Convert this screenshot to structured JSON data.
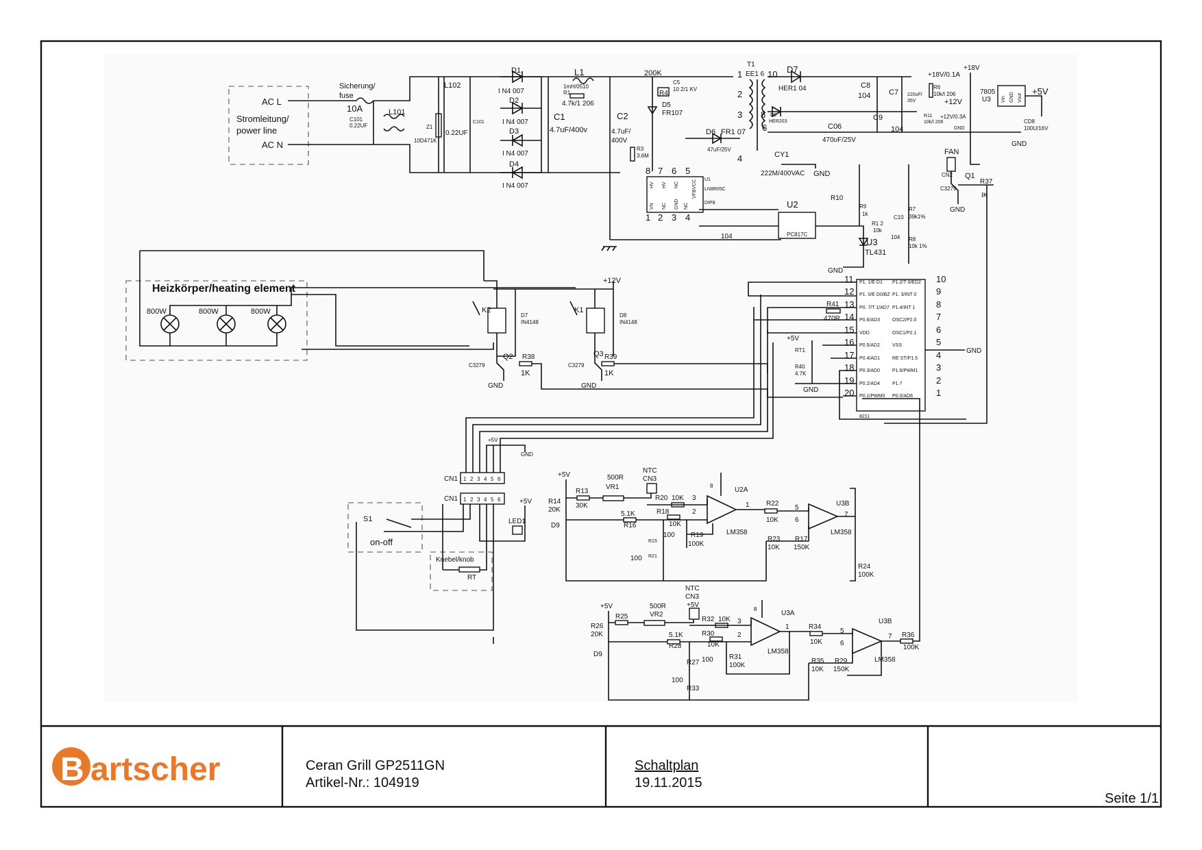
{
  "power_input": {
    "ac_l": "AC L",
    "ac_n": "AC N",
    "power_line": [
      "Stromleitung/",
      "power line"
    ],
    "fuse_label": [
      "Sicherung/",
      "fuse"
    ],
    "fuse_rating": "10A"
  },
  "input_stage": {
    "c101": "C101",
    "c101_val": "0.22UF",
    "l101": "L101",
    "z1": "Z1",
    "z1_val": "10D471K",
    "l102": "L102",
    "cap_022": "0.22UF",
    "c101b": "C101"
  },
  "rectifier": {
    "d1": "D1",
    "d2": "D2",
    "d3": "D3",
    "d4": "D4",
    "d_val": "I N4 007",
    "l1": "L1",
    "l1_val": "1mH/0510",
    "r1": "R1",
    "r1_val": "4.7k/1 206",
    "c1": "C1",
    "c1_val": "4.7uF/400v",
    "c2": "C2",
    "c2_val": [
      "4.7uF/",
      "400V"
    ]
  },
  "smps": {
    "r200k": "200K",
    "c5": "C5",
    "c5_val": "10 2/1 KV",
    "r4": "R4",
    "d5": "D5",
    "d5_val": "FR107",
    "r3": "R3",
    "r3_val": "3.6M",
    "u1": "U1",
    "u1_part": "LN8R05C",
    "u1_pkg": "DIP8",
    "u1_top_pins": [
      "8",
      "7",
      "6",
      "5"
    ],
    "u1_top_names": [
      "HV",
      "HV",
      "NC",
      "VFBVCC"
    ],
    "u1_bottom_pins": [
      "1",
      "2",
      "3",
      "4"
    ],
    "u1_bottom_names": [
      "VN",
      "NC",
      "GND",
      "NC"
    ],
    "t1": "T1",
    "t1_type": "EE1 6",
    "t1_pins": [
      "1",
      "2",
      "3",
      "4",
      "10",
      "8",
      "6"
    ],
    "d6": "D6",
    "d6_val": "FR1 07",
    "c3_val": "47uF/25V",
    "cy1": "CY1",
    "cy1_val": "222M/400VAC",
    "gnd": "GND",
    "d7": "D7",
    "d7_val": "HER1 04",
    "d8": "D8",
    "d8_val": "HER203",
    "c8": "C8",
    "c8_val": "104",
    "c7": "C7",
    "c7_val": [
      "220uF/",
      "35V"
    ],
    "r6": "R6",
    "r6_val": "10k/l 206",
    "rail_18": "+18V/0.1A",
    "plus18": "+18V",
    "plus12": "+12V",
    "rail_12": "+12V/0.3A",
    "r11": "R11",
    "r11_val": "10k/l 206",
    "c06": "C06",
    "c06_val": "470uF/25V",
    "c9": "C9",
    "c9_val": "104",
    "reg": "7805",
    "reg_ref": "U3",
    "reg_pins": [
      "Vin",
      "GND",
      "Vout"
    ],
    "plus5": "+5V",
    "c8b": "CD8",
    "c8b_val": "100U/16V"
  },
  "feedback": {
    "u2": "U2",
    "u2_part": "PC817C",
    "c104": "104",
    "r10": "R10",
    "r9": "R9",
    "r9_val": "1k",
    "r12": "R1 2",
    "r12_val": "10k",
    "c10": "C10",
    "c10_val": "104",
    "r7": "R7",
    "r7_val": "39k1%",
    "r8": "R8",
    "r8_val": "10k 1%",
    "u3": "U3",
    "u3_part": "TL431",
    "gnd": "GND"
  },
  "fan": {
    "fan": "FAN",
    "cn2": "CN2",
    "q1": "Q1",
    "q1_part": "C3279",
    "r37": "R37",
    "r37_val": "IK"
  },
  "heater": {
    "title": "Heizkörper/heating element",
    "lamps": [
      "800W",
      "800W",
      "800W"
    ]
  },
  "relays": {
    "plus12": "+12V",
    "k2": "K2",
    "k1": "K1",
    "d7": "D7",
    "d7_val": "IN4148",
    "d8": "D8",
    "d8_val": "IN4148",
    "q2": "Q2",
    "q3": "Q3",
    "q_part": "C3279",
    "r38": "R38",
    "r39": "R39",
    "r_val": "1K",
    "gnd": "GND"
  },
  "mcu": {
    "part": "8211",
    "left_pins": [
      "11",
      "12",
      "13",
      "14",
      "15",
      "16",
      "17",
      "18",
      "19",
      "20"
    ],
    "left_names": [
      "P1. 1/E D1",
      "P1. 0/E D0/BZ",
      "P0. 7/T 1/AD7",
      "P0.6/AD3",
      "VDD",
      "P0.5/AD2",
      "P0.4/AD1",
      "P0.3/AD0",
      "P0.2/AD4",
      "P0.1/PWM0"
    ],
    "right_pins": [
      "10",
      "9",
      "8",
      "7",
      "6",
      "5",
      "4",
      "3",
      "2",
      "1"
    ],
    "right_names": [
      "P1.2/T 0/ED2",
      "P1. 3/INT 0",
      "P1.4/INT 1",
      "OSC2/P2.0",
      "OSC1/P2.1",
      "VSS",
      "RE ST/P1.5",
      "P1.6/PWM1",
      "P1.7",
      "P0.0/AD6"
    ],
    "r41": "R41",
    "r41_val": "470R",
    "plus5": "+5V",
    "rt1": "RT1",
    "r40": "R40",
    "r40_val": "4.7K",
    "gnd": "GND"
  },
  "connectors": {
    "cn1": "CN1",
    "pins": [
      "1",
      "2",
      "3",
      "4",
      "5",
      "6"
    ],
    "plus5": "+5V",
    "gnd": "GND",
    "s1": "S1",
    "on_off": "on-off",
    "led1": "LED1",
    "knob": "Knebel/knob",
    "rt": "RT"
  },
  "amp1": {
    "plus5": "+5V",
    "r13": "R13",
    "r13_val": "30K",
    "vr1": "VR1",
    "vr1_val": "500R",
    "ntc": "NTC",
    "cn3": "CN3",
    "r14": "R14",
    "r14_val": "20K",
    "d9": "D9",
    "r20": "R20",
    "r20_val": "10K",
    "r18": "R18",
    "r18_val": "10K",
    "r16": "R16",
    "r16_val": "5.1K",
    "r15": "R15",
    "r15_val": "100",
    "r21": "R21",
    "r21_val": "100",
    "r19": "R19",
    "r19_val": "100K",
    "u2a": "U2A",
    "lm358": "LM358",
    "pin8": "8",
    "pin_plus": "3",
    "pin_minus": "2",
    "pin_out": "1",
    "r22": "R22",
    "r22_val": "10K",
    "r23": "R23",
    "r23_val": "10K",
    "r17": "R17",
    "r17_val": "150K",
    "u3b": "U3B",
    "u3b_pins": [
      "5",
      "6",
      "7"
    ],
    "r24": "R24",
    "r24_val": "100K"
  },
  "amp2": {
    "plus5": "+5V",
    "r25": "R25",
    "vr2": "VR2",
    "vr2_val": "500R",
    "ntc": "NTC",
    "cn3": "CN3",
    "plus5b": "+5V",
    "r26": "R26",
    "r26_val": "20K",
    "d9": "D9",
    "r32": "R32",
    "r32_val": "10K",
    "r30": "R30",
    "r30_val": "10K",
    "r28": "R28",
    "r28_val": "5.1K",
    "r27": "R27",
    "r27_val": "100",
    "r33": "R33",
    "r33_val": "100",
    "r31": "R31",
    "r31_val": "100K",
    "u3a": "U3A",
    "lm358": "LM358",
    "pin8": "8",
    "pin_plus": "3",
    "pin_minus": "2",
    "pin_out": "1",
    "r34": "R34",
    "r34_val": "10K",
    "r35": "R35",
    "r35_val": "10K",
    "r29": "R29",
    "r29_val": "150K",
    "u3b": "U3B",
    "u3b_pins": [
      "5",
      "6",
      "7"
    ],
    "r36": "R36",
    "r36_val": "100K"
  },
  "title_block": {
    "brand": "Bartscher",
    "product": "Ceran Grill GP2511GN",
    "article": "Artikel-Nr.: 104919",
    "doc_type": "Schaltplan",
    "date": "19.11.2015",
    "page": "Seite 1/1",
    "brand_color": "#e8782a"
  }
}
